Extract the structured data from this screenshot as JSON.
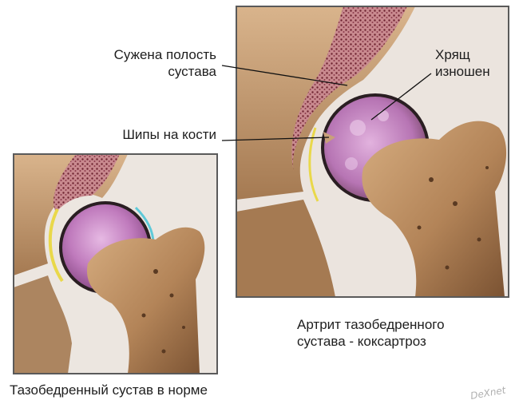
{
  "labels": {
    "narrowed_cavity_line1": "Сужена полость",
    "narrowed_cavity_line2": "сустава",
    "cartilage_line1": "Хрящ",
    "cartilage_line2": "изношен",
    "bone_spurs": "Шипы на кости",
    "arthritis_line1": "Артрит тазобедренного",
    "arthritis_line2": "сустава  -  коксартроз",
    "normal_joint": "Тазобедренный сустав в норме",
    "watermark": "DeXnet"
  },
  "colors": {
    "bone": "#b88a5e",
    "bone_dark": "#7a5232",
    "cartilage_pink": "#c889c2",
    "marrow": "#8a3a4a",
    "background_panel": "#e9e2dc"
  }
}
